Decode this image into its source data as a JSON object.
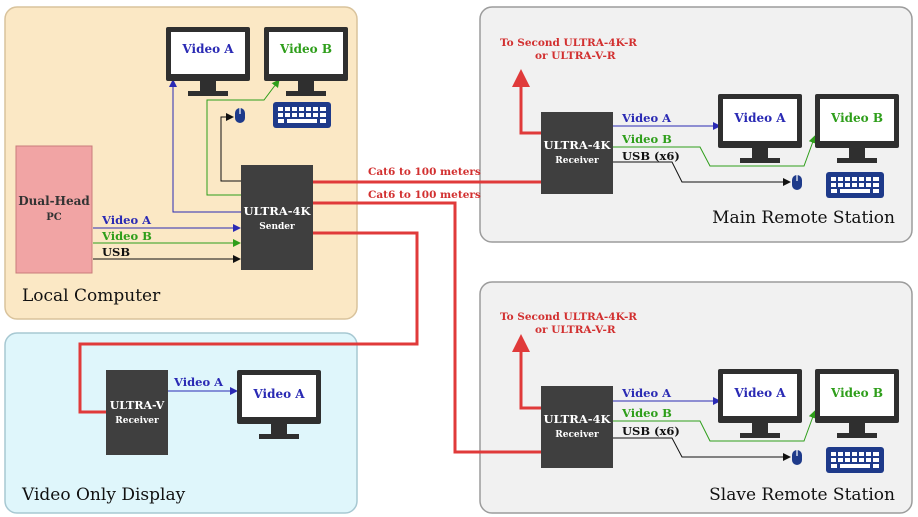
{
  "panels": {
    "local": "Local Computer",
    "video_only": "Video Only Display",
    "main_remote": "Main Remote Station",
    "slave_remote": "Slave Remote Station"
  },
  "pc": {
    "line1": "Dual-Head",
    "line2": "PC"
  },
  "sender": {
    "line1": "ULTRA-4K",
    "line2": "Sender"
  },
  "ultra4k_receiver": {
    "line1": "ULTRA-4K",
    "line2": "Receiver"
  },
  "ultrav_receiver": {
    "line1": "ULTRA-V",
    "line2": "Receiver"
  },
  "signals": {
    "video_a": "Video A",
    "video_b": "Video B",
    "usb": "USB",
    "usb_x6": "USB (x6)"
  },
  "monitors": {
    "a": "Video A",
    "b": "Video B"
  },
  "cables": {
    "cat6_1": "Cat6 to 100 meters",
    "cat6_2": "Cat6 to 100 meters"
  },
  "second": {
    "line1": "To Second ULTRA-4K-R",
    "line2": "or ULTRA-V-R"
  },
  "colors": {
    "local_panel": "#fbe8c5",
    "video_only_panel": "#dff6fb",
    "remote_panel": "#f1f1f1",
    "device": "#3f3f3f",
    "pc": "#f1a4a4",
    "video_a": "#2a2ab4",
    "video_b": "#2e9e1a",
    "cable": "#e03a3a",
    "usb_line": "#111111",
    "keyboard": "#1e3a8a"
  },
  "icons": [
    "monitor-icon",
    "keyboard-icon",
    "mouse-icon",
    "arrow-icon"
  ]
}
